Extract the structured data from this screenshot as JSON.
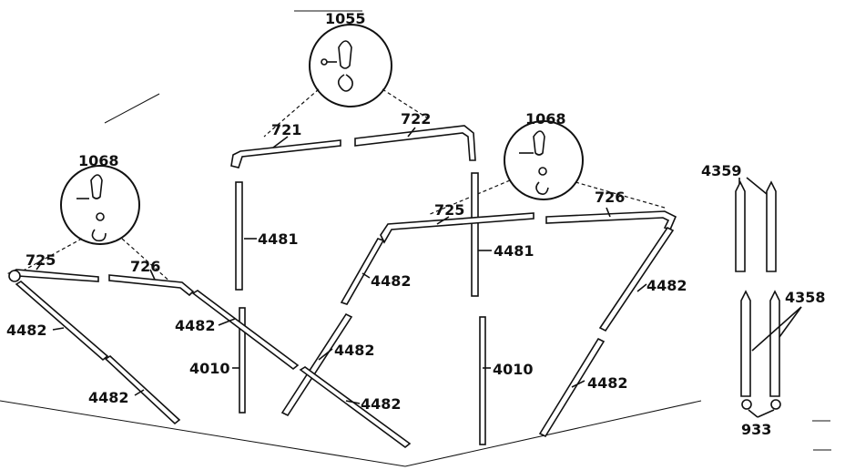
{
  "parts": {
    "p1055": "1055",
    "p721": "721",
    "p722": "722",
    "p1068_right": "1068",
    "p1068_left": "1068",
    "p725_left": "725",
    "p726_left": "726",
    "p725_right": "725",
    "p726_right": "726",
    "p4481_a": "4481",
    "p4481_b": "4481",
    "p4482_a": "4482",
    "p4482_b": "4482",
    "p4482_c": "4482",
    "p4482_d": "4482",
    "p4482_e": "4482",
    "p4482_f": "4482",
    "p4482_g": "4482",
    "p4010_a": "4010",
    "p4010_b": "4010",
    "p4359": "4359",
    "p4358": "4358",
    "p933": "933"
  }
}
